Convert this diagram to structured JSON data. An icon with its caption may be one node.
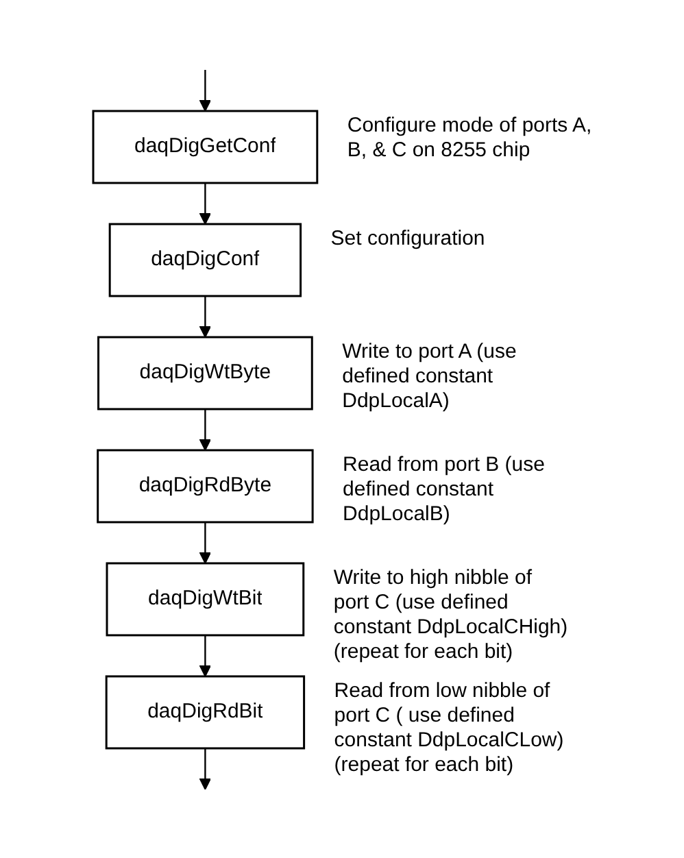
{
  "diagram": {
    "nodes": [
      {
        "text": [
          "daqDigGetConf"
        ],
        "beside": [
          "Configure mode of ports A, B, & C on 8255 chip"
        ]
      },
      {
        "text": [
          "daqDigConf"
        ],
        "beside": [
          "Set configuration"
        ]
      },
      {
        "text": [
          "daqDigWtByte"
        ],
        "beside": [
          "Write to port A (use defined constant DdpLocalA)"
        ]
      },
      {
        "text": [
          "daqDigRdByte"
        ],
        "beside": [
          "Read from port B (use defined constant DdpLocalB)"
        ]
      },
      {
        "text": [
          "daqDigWtBit"
        ],
        "beside": [
          "Write to high nibble of port C (use defined constant DdpLocalCHigh) (repeat for each bit)"
        ]
      },
      {
        "text": [
          "daqDigRdBit"
        ],
        "beside": [
          "Read from low nibble of port C ( use defined constant DdpLocalCLow) (repeat for each bit)"
        ]
      }
    ],
    "edges": [
      {
        "from": null,
        "to": 0,
        "arrow": "to"
      },
      {
        "from": 0,
        "to": 1,
        "arrow": "to"
      },
      {
        "from": 1,
        "to": 2,
        "arrow": "to"
      },
      {
        "from": 2,
        "to": 3,
        "arrow": "to"
      },
      {
        "from": 3,
        "to": 4,
        "arrow": "to"
      },
      {
        "from": 4,
        "to": 5,
        "arrow": "to"
      },
      {
        "from": 5,
        "to": null,
        "arrow": "to"
      }
    ]
  }
}
